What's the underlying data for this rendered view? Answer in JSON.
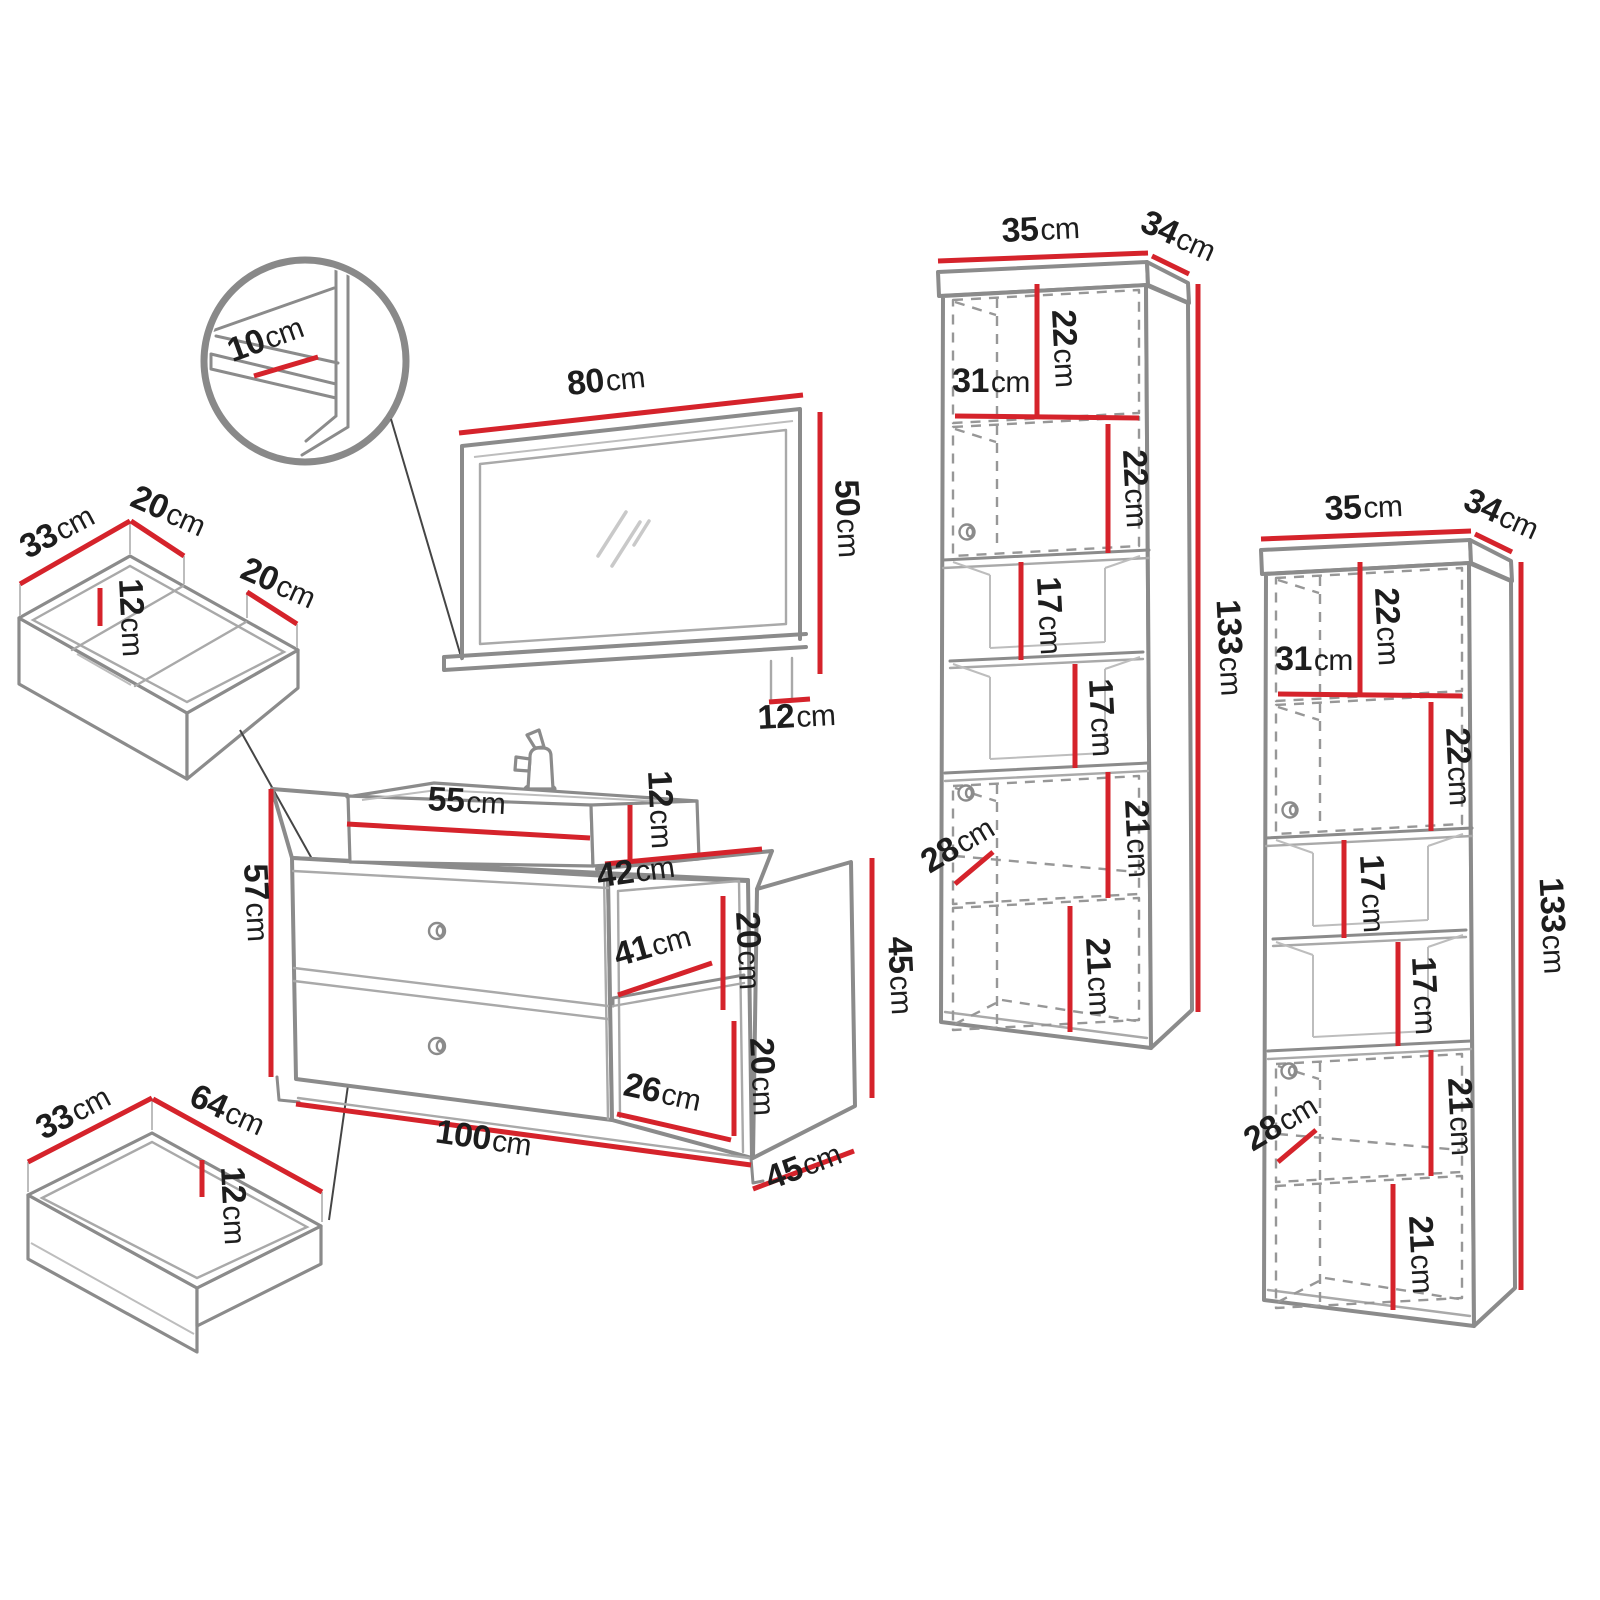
{
  "title": "Bathroom furniture set dimension diagram",
  "colors": {
    "dimension_red": "#d5232b",
    "outline_gray": "#8b8b8b",
    "text_black": "#1d1d1d"
  },
  "unit": "cm",
  "circle_detail": {
    "shelf_depth": {
      "v": "10",
      "u": "cm"
    }
  },
  "mirror": {
    "width": {
      "v": "80",
      "u": "cm"
    },
    "height": {
      "v": "50",
      "u": "cm"
    },
    "shelf_depth": {
      "v": "12",
      "u": "cm"
    }
  },
  "u_drawer": {
    "depth": {
      "v": "33",
      "u": "cm"
    },
    "left_width": {
      "v": "20",
      "u": "cm"
    },
    "height": {
      "v": "12",
      "u": "cm"
    },
    "right_width": {
      "v": "20",
      "u": "cm"
    }
  },
  "bottom_drawer": {
    "depth": {
      "v": "33",
      "u": "cm"
    },
    "width": {
      "v": "64",
      "u": "cm"
    },
    "height": {
      "v": "12",
      "u": "cm"
    }
  },
  "vanity": {
    "basin_width": {
      "v": "55",
      "u": "cm"
    },
    "basin_height": {
      "v": "12",
      "u": "cm"
    },
    "counter_depth": {
      "v": "42",
      "u": "cm"
    },
    "body_height": {
      "v": "57",
      "u": "cm"
    },
    "niche_width": {
      "v": "41",
      "u": "cm"
    },
    "niche_upper_height": {
      "v": "20",
      "u": "cm"
    },
    "niche_lower_height": {
      "v": "20",
      "u": "cm"
    },
    "niche_bottom_width": {
      "v": "26",
      "u": "cm"
    },
    "total_width": {
      "v": "100",
      "u": "cm"
    },
    "side_height": {
      "v": "45",
      "u": "cm"
    },
    "body_depth": {
      "v": "45",
      "u": "cm"
    }
  },
  "cabinet": {
    "top_width": {
      "v": "35",
      "u": "cm"
    },
    "top_depth": {
      "v": "34",
      "u": "cm"
    },
    "upper_section_height": {
      "v": "22",
      "u": "cm"
    },
    "inner_width": {
      "v": "31",
      "u": "cm"
    },
    "door_section_height": {
      "v": "22",
      "u": "cm"
    },
    "shelf1_height": {
      "v": "17",
      "u": "cm"
    },
    "shelf2_height": {
      "v": "17",
      "u": "cm"
    },
    "interior_depth": {
      "v": "28",
      "u": "cm"
    },
    "lower_door1_height": {
      "v": "21",
      "u": "cm"
    },
    "lower_door2_height": {
      "v": "21",
      "u": "cm"
    },
    "total_height": {
      "v": "133",
      "u": "cm"
    }
  }
}
